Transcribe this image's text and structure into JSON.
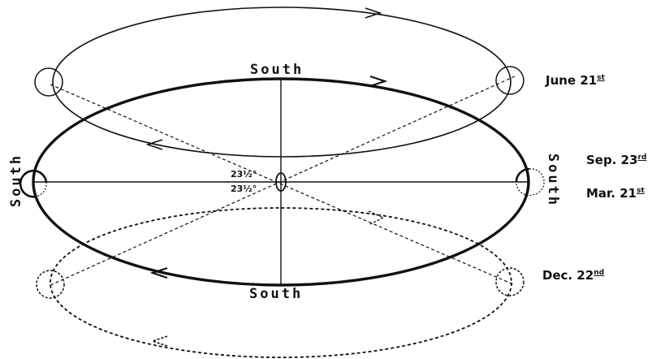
{
  "labels": {
    "south_top": "South",
    "south_bottom": "South",
    "south_left": "South",
    "south_right": "South",
    "june": {
      "text": "June 21",
      "sup": "st"
    },
    "sep": {
      "text": "Sep. 23",
      "sup": "rd"
    },
    "mar": {
      "text": "Mar. 21",
      "sup": "st"
    },
    "dec": {
      "text": "Dec. 22",
      "sup": "nd"
    },
    "angle_upper": "23½°",
    "angle_lower": "23½°"
  },
  "colors": {
    "ink": "#111111",
    "background": "#ffffff"
  }
}
